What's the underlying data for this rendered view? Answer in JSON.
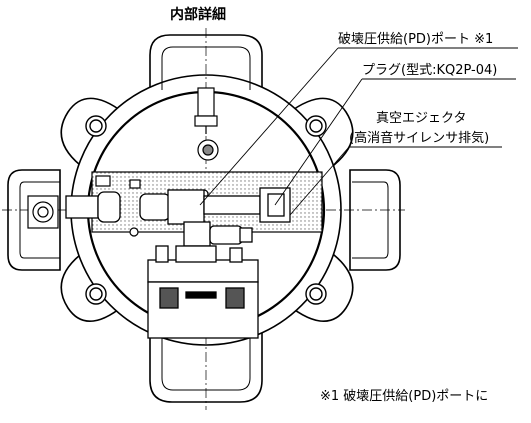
{
  "title": "内部詳細",
  "callouts": {
    "port_pd": "破壊圧供給(PD)ポート ※1",
    "plug": "プラグ(型式:KQ2P-04)",
    "ejector_line1": "真空エジェクタ",
    "ejector_line2": "(高消音サイレンサ排気)"
  },
  "footnote": "※1 破壊圧供給(PD)ポートに"
}
